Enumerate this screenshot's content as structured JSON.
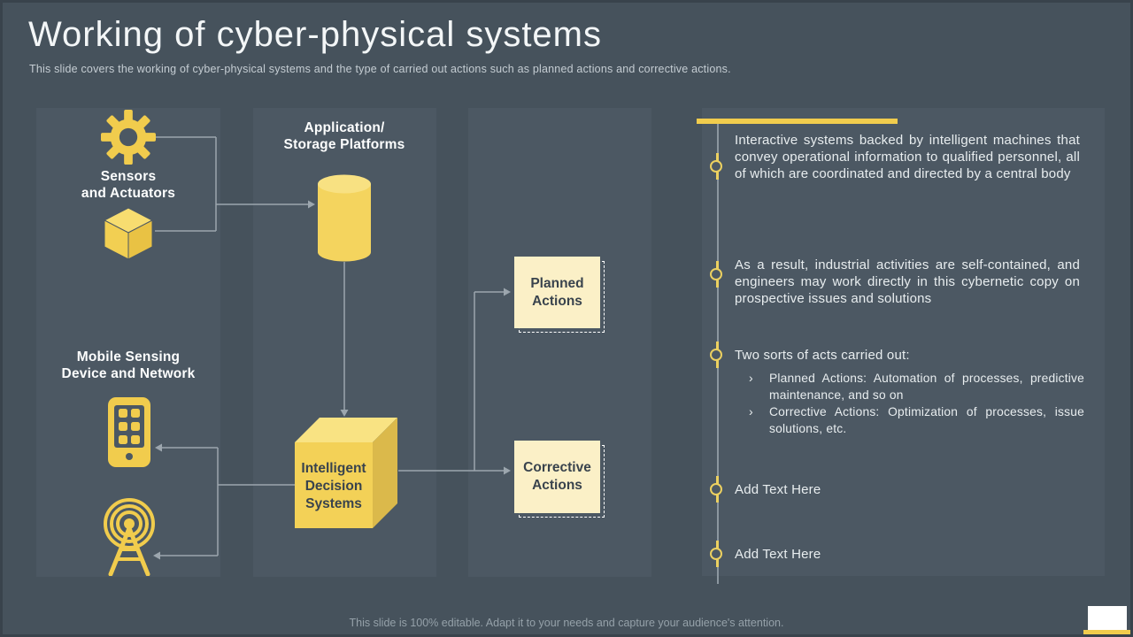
{
  "slide": {
    "title": "Working of cyber-physical systems",
    "subtitle": "This slide covers the working of cyber-physical systems and the type of carried out actions such as planned actions and corrective actions.",
    "footer": "This slide is 100% editable. Adapt it to your needs and capture your audience's attention."
  },
  "diagram": {
    "sensors_label": "Sensors\nand Actuators",
    "mobile_label": "Mobile Sensing\nDevice and Network",
    "storage_label": "Application/\nStorage Platforms",
    "decision_label": "Intelligent\nDecision\nSystems",
    "planned_label": "Planned\nActions",
    "corrective_label": "Corrective\nActions"
  },
  "timeline": {
    "bullet_char": "›",
    "items": [
      {
        "text": "Interactive systems backed by intelligent machines that convey operational information to qualified personnel, all of which are coordinated and directed by a central body"
      },
      {
        "text": "As a result, industrial activities are self-contained, and engineers may work directly in this cybernetic copy on prospective issues and solutions"
      },
      {
        "text": "Two sorts of acts carried out:",
        "bullets": [
          "Planned Actions: Automation of processes, predictive maintenance, and so on",
          "Corrective Actions: Optimization of processes, issue solutions, etc."
        ]
      },
      {
        "text": "Add Text Here"
      },
      {
        "text": "Add Text Here"
      }
    ]
  },
  "icons": {
    "gear": "gear-icon",
    "cube": "cube-icon",
    "phone": "mobile-phone-icon",
    "antenna": "broadcast-tower-icon",
    "cylinder": "database-cylinder-icon",
    "box3d": "decision-box-icon"
  },
  "colors": {
    "background": "#46525C",
    "panel": "#4C5863",
    "accent_yellow": "#F1CC4D",
    "cream": "#FBF0C7",
    "connector_gray": "#9CA6AE",
    "dark_text": "#39434D"
  }
}
